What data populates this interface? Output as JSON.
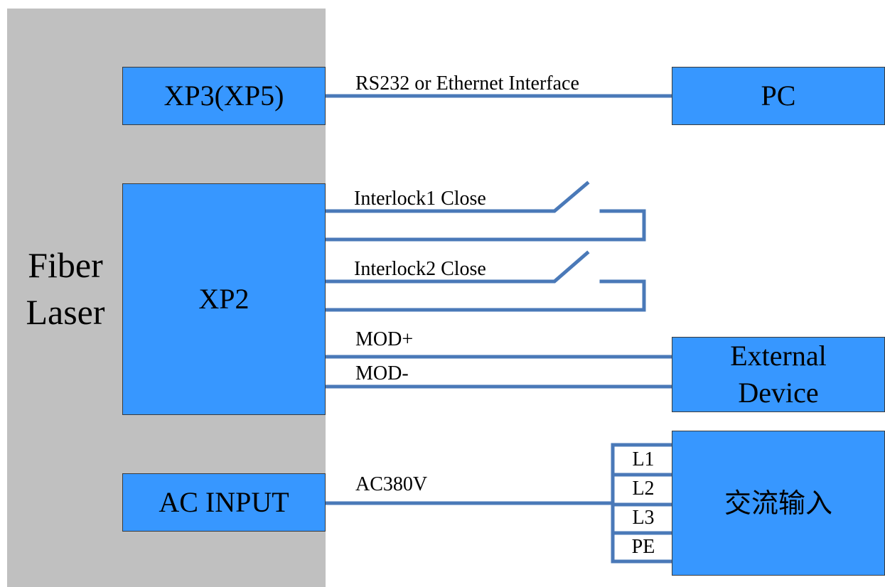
{
  "laser": {
    "line1": "Fiber",
    "line2": "Laser"
  },
  "blocks": {
    "xp3": "XP3(XP5)",
    "pc": "PC",
    "xp2": "XP2",
    "external_line1": "External",
    "external_line2": "Device",
    "ac_input": "AC INPUT",
    "ac_supply": "交流输入"
  },
  "connections": {
    "rs232": "RS232 or Ethernet Interface",
    "interlock1": "Interlock1 Close",
    "interlock2": "Interlock2 Close",
    "mod_plus": "MOD+",
    "mod_minus": "MOD-",
    "ac380": "AC380V"
  },
  "phases": [
    "L1",
    "L2",
    "L3",
    "PE"
  ],
  "colors": {
    "box_fill": "#3797ff",
    "wire": "#4a79b8",
    "panel": "#c0c0c0"
  }
}
